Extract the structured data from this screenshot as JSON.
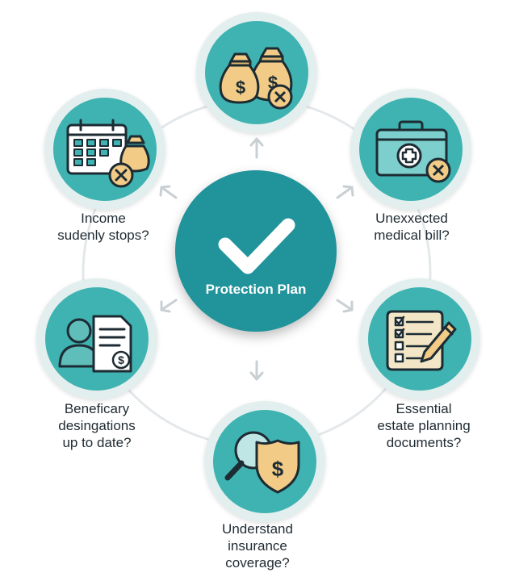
{
  "center": {
    "title": "Protection Plan",
    "icon": "checkmark-icon",
    "color": "#21939a"
  },
  "nodes": [
    {
      "id": "top",
      "icon": "money-bags-x-icon",
      "label_lines": []
    },
    {
      "id": "upper-right",
      "icon": "medical-kit-x-icon",
      "label_lines": [
        "Unexxected",
        "medical bill?"
      ]
    },
    {
      "id": "lower-right",
      "icon": "checklist-scroll-pen-icon",
      "label_lines": [
        "Essential",
        "estate planning",
        "documents?"
      ]
    },
    {
      "id": "bottom",
      "icon": "magnifier-shield-dollar-icon",
      "label_lines": [
        "Understand",
        "insurance",
        "coverage?"
      ]
    },
    {
      "id": "lower-left",
      "icon": "person-document-dollar-icon",
      "label_lines": [
        "Beneficary",
        "desingations",
        "up to date?"
      ]
    },
    {
      "id": "upper-left",
      "icon": "calendar-money-bag-x-icon",
      "label_lines": [
        "Income",
        "sudenly stops?"
      ]
    }
  ],
  "colors": {
    "node_fill": "#3fb3b1",
    "node_ring": "#e2efee",
    "accent_gold": "#f2cb86",
    "outline": "#1d2b33"
  }
}
